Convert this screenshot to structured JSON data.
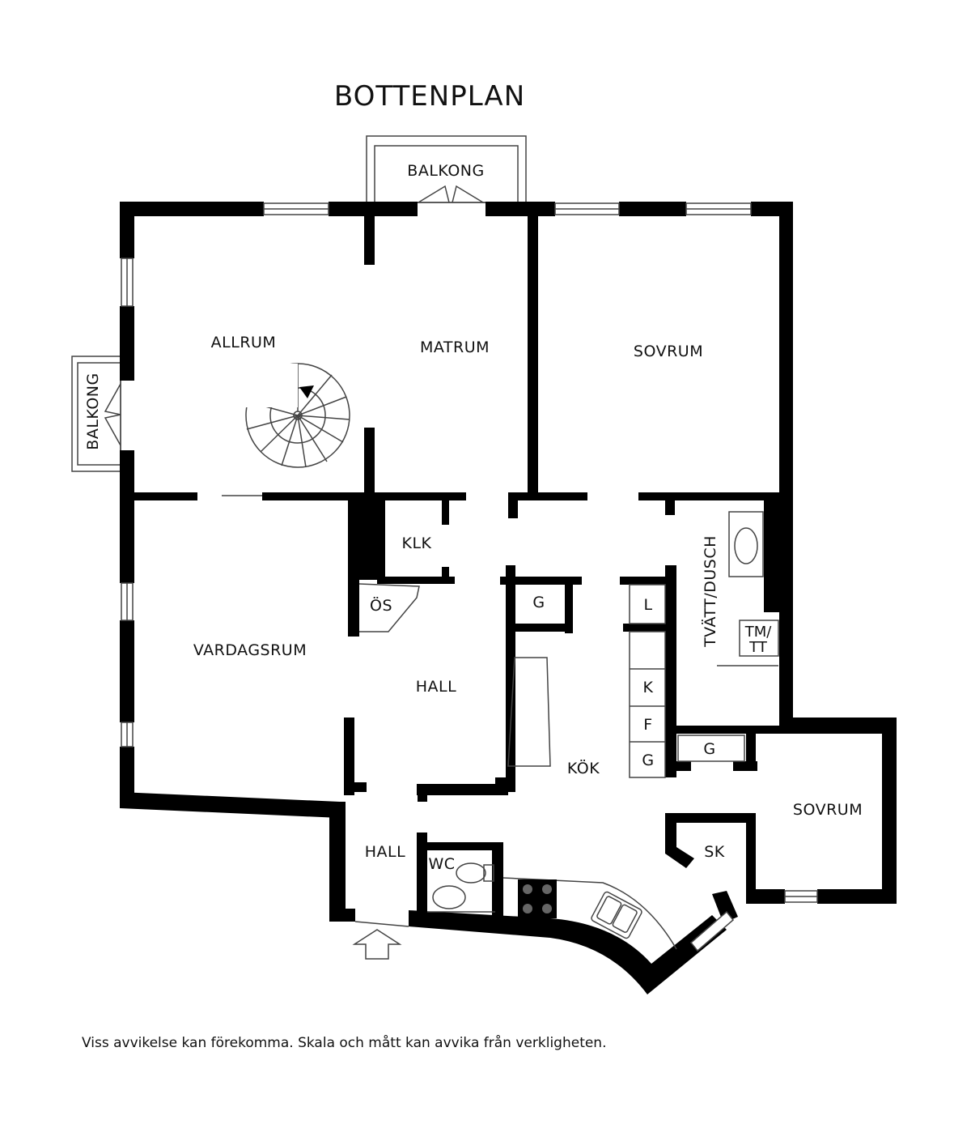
{
  "title": "BOTTENPLAN",
  "rooms": {
    "balkong_top": "BALKONG",
    "balkong_left": "BALKONG",
    "allrum": "ALLRUM",
    "matrum": "MATRUM",
    "sovrum_1": "SOVRUM",
    "klk": "KLK",
    "os": "ÖS",
    "g_1": "G",
    "l": "L",
    "tvatt_dusch": "TVÄTT/DUSCH",
    "tm_line1": "TM/",
    "tm_line2": "TT",
    "vardagsrum": "VARDAGSRUM",
    "hall_1": "HALL",
    "k": "K",
    "f": "F",
    "g_2": "G",
    "g_3": "G",
    "kok": "KÖK",
    "sovrum_2": "SOVRUM",
    "hall_2": "HALL",
    "wc": "WC",
    "sk": "SK"
  },
  "disclaimer": "Viss avvikelse kan förekomma. Skala och mått kan avvika från verkligheten."
}
